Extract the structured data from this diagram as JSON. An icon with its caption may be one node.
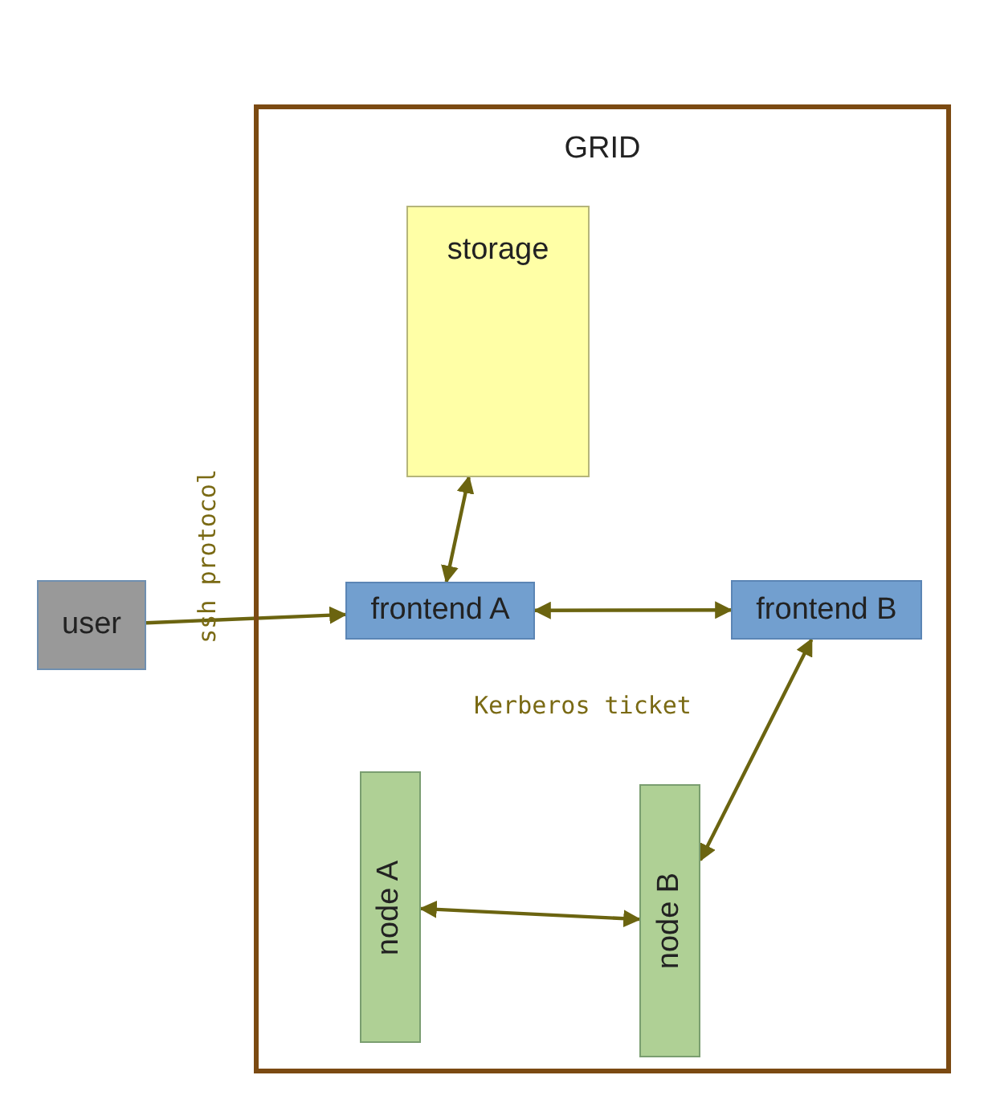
{
  "diagram": {
    "nodes": [
      {
        "text": [
          "GRID"
        ]
      },
      {
        "text": [
          "storage"
        ],
        "in": 0
      },
      {
        "text": [
          "user"
        ]
      },
      {
        "text": [
          "frontend A"
        ],
        "in": 0
      },
      {
        "text": [
          "frontend B"
        ],
        "in": 0
      },
      {
        "text": [
          "node A"
        ],
        "in": 0
      },
      {
        "text": [
          "node B"
        ],
        "in": 0
      }
    ],
    "edges": [
      {
        "from": 1,
        "to": 3,
        "arrow": "both"
      },
      {
        "from": 2,
        "to": 3,
        "arrow": "to"
      },
      {
        "from": 3,
        "to": 4,
        "arrow": "both"
      },
      {
        "from": 4,
        "to": 6,
        "arrow": "both"
      },
      {
        "from": 5,
        "to": 6,
        "arrow": "both"
      }
    ],
    "labels": [
      "ssh protocol",
      "Kerberos ticket"
    ]
  }
}
